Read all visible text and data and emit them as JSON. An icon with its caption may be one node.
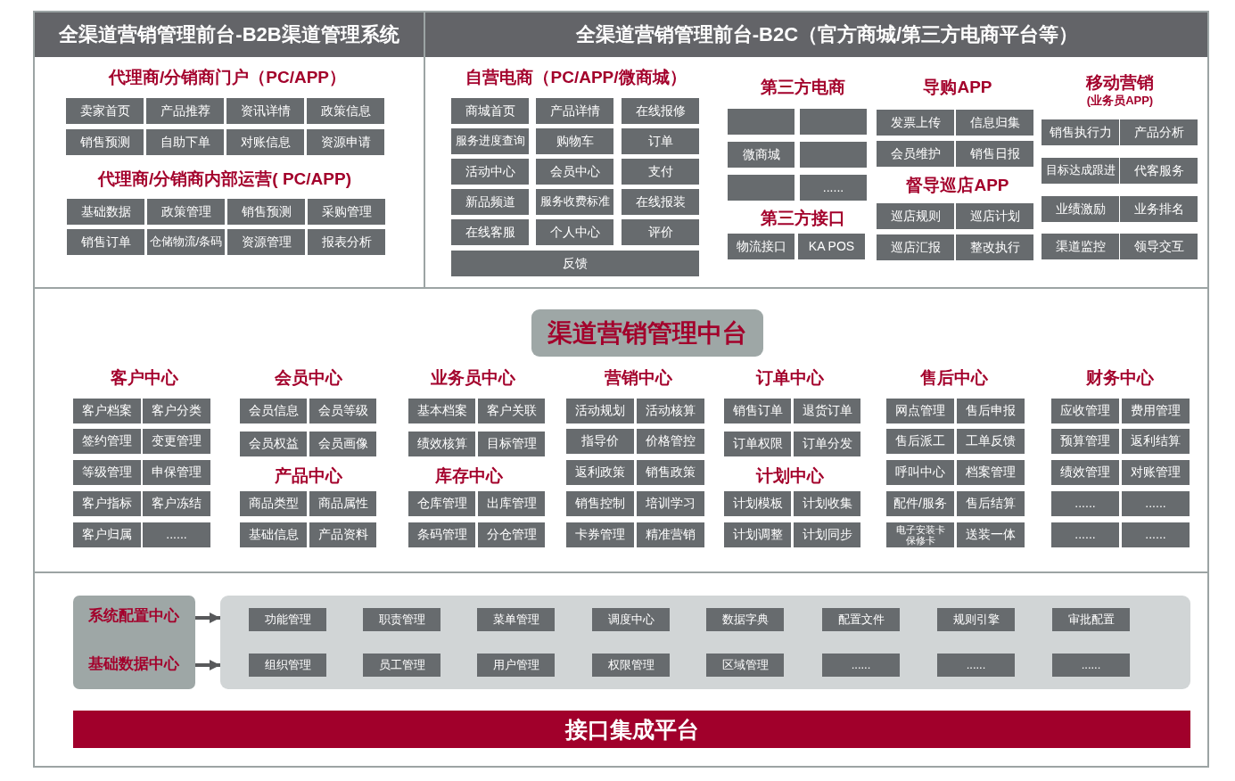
{
  "diagram": {
    "nodes": [
      {
        "text": [
          "全渠道营销管理前台-B2B渠道管理系统",
          "代理商/分销商门户（PC/APP）",
          "代理商/分销商内部运营( PC/APP)"
        ]
      },
      {
        "text": [
          "卖家首页"
        ],
        "in": 0
      },
      {
        "text": [
          "产品推荐"
        ],
        "in": 0
      },
      {
        "text": [
          "资讯详情"
        ],
        "in": 0
      },
      {
        "text": [
          "政策信息"
        ],
        "in": 0
      },
      {
        "text": [
          "销售预测"
        ],
        "in": 0
      },
      {
        "text": [
          "自助下单"
        ],
        "in": 0
      },
      {
        "text": [
          "对账信息"
        ],
        "in": 0
      },
      {
        "text": [
          "资源申请"
        ],
        "in": 0
      },
      {
        "text": [
          "基础数据"
        ],
        "in": 0
      },
      {
        "text": [
          "政策管理"
        ],
        "in": 0
      },
      {
        "text": [
          "销售预测"
        ],
        "in": 0
      },
      {
        "text": [
          "采购管理"
        ],
        "in": 0
      },
      {
        "text": [
          "销售订单"
        ],
        "in": 0
      },
      {
        "text": [
          "仓储物流/条码"
        ],
        "in": 0
      },
      {
        "text": [
          "资源管理"
        ],
        "in": 0
      },
      {
        "text": [
          "报表分析"
        ],
        "in": 0
      },
      {
        "text": [
          "全渠道营销管理前台-B2C（官方商城/第三方电商平台等）",
          "自营电商（PC/APP/微商城）",
          "第三方电商",
          "第三方接口",
          "导购APP",
          "督导巡店APP",
          "移动营销",
          "(业务员APP)"
        ]
      },
      {
        "text": [
          "商城首页"
        ],
        "in": 17
      },
      {
        "text": [
          "产品详情"
        ],
        "in": 17
      },
      {
        "text": [
          "在线报修"
        ],
        "in": 17
      },
      {
        "text": [
          "服务进度查询"
        ],
        "in": 17
      },
      {
        "text": [
          "购物车"
        ],
        "in": 17
      },
      {
        "text": [
          "订单"
        ],
        "in": 17
      },
      {
        "text": [
          "活动中心"
        ],
        "in": 17
      },
      {
        "text": [
          "会员中心"
        ],
        "in": 17
      },
      {
        "text": [
          "支付"
        ],
        "in": 17
      },
      {
        "text": [
          "新品频道"
        ],
        "in": 17
      },
      {
        "text": [
          "服务收费标准"
        ],
        "in": 17
      },
      {
        "text": [
          "在线报装"
        ],
        "in": 17
      },
      {
        "text": [
          "在线客服"
        ],
        "in": 17
      },
      {
        "text": [
          "个人中心"
        ],
        "in": 17
      },
      {
        "text": [
          "评价"
        ],
        "in": 17
      },
      {
        "text": [
          "反馈"
        ],
        "in": 17
      },
      {
        "text": [],
        "shape": "box",
        "in": 17
      },
      {
        "text": [],
        "shape": "box",
        "in": 17
      },
      {
        "text": [
          "微商城"
        ],
        "in": 17
      },
      {
        "text": [],
        "shape": "box",
        "in": 17
      },
      {
        "text": [],
        "shape": "box",
        "in": 17
      },
      {
        "text": [
          "......"
        ],
        "in": 17
      },
      {
        "text": [
          "物流接口"
        ],
        "in": 17
      },
      {
        "text": [
          "KA POS"
        ],
        "in": 17
      },
      {
        "text": [
          "发票上传"
        ],
        "in": 17
      },
      {
        "text": [
          "信息归集"
        ],
        "in": 17
      },
      {
        "text": [
          "会员维护"
        ],
        "in": 17
      },
      {
        "text": [
          "销售日报"
        ],
        "in": 17
      },
      {
        "text": [
          "巡店规则"
        ],
        "in": 17
      },
      {
        "text": [
          "巡店计划"
        ],
        "in": 17
      },
      {
        "text": [
          "巡店汇报"
        ],
        "in": 17
      },
      {
        "text": [
          "整改执行"
        ],
        "in": 17
      },
      {
        "text": [
          "销售执行力"
        ],
        "in": 17
      },
      {
        "text": [
          "产品分析"
        ],
        "in": 17
      },
      {
        "text": [
          "目标达成跟进"
        ],
        "in": 17
      },
      {
        "text": [
          "代客服务"
        ],
        "in": 17
      },
      {
        "text": [
          "业绩激励"
        ],
        "in": 17
      },
      {
        "text": [
          "业务排名"
        ],
        "in": 17
      },
      {
        "text": [
          "渠道监控"
        ],
        "in": 17
      },
      {
        "text": [
          "领导交互"
        ],
        "in": 17
      },
      {
        "text": [
          "客户中心",
          "会员中心",
          "产品中心",
          "业务员中心",
          "库存中心",
          "营销中心",
          "订单中心",
          "计划中心",
          "售后中心",
          "财务中心"
        ]
      },
      {
        "text": [
          "渠道营销管理中台"
        ],
        "in": 58
      },
      {
        "text": [
          "客户档案"
        ],
        "in": 58
      },
      {
        "text": [
          "客户分类"
        ],
        "in": 58
      },
      {
        "text": [
          "签约管理"
        ],
        "in": 58
      },
      {
        "text": [
          "变更管理"
        ],
        "in": 58
      },
      {
        "text": [
          "等级管理"
        ],
        "in": 58
      },
      {
        "text": [
          "申保管理"
        ],
        "in": 58
      },
      {
        "text": [
          "客户指标"
        ],
        "in": 58
      },
      {
        "text": [
          "客户冻结"
        ],
        "in": 58
      },
      {
        "text": [
          "客户归属"
        ],
        "in": 58
      },
      {
        "text": [
          "......"
        ],
        "in": 58
      },
      {
        "text": [
          "会员信息"
        ],
        "in": 58
      },
      {
        "text": [
          "会员等级"
        ],
        "in": 58
      },
      {
        "text": [
          "会员权益"
        ],
        "in": 58
      },
      {
        "text": [
          "会员画像"
        ],
        "in": 58
      },
      {
        "text": [
          "商品类型"
        ],
        "in": 58
      },
      {
        "text": [
          "商品属性"
        ],
        "in": 58
      },
      {
        "text": [
          "基础信息"
        ],
        "in": 58
      },
      {
        "text": [
          "产品资料"
        ],
        "in": 58
      },
      {
        "text": [
          "基本档案"
        ],
        "in": 58
      },
      {
        "text": [
          "客户关联"
        ],
        "in": 58
      },
      {
        "text": [
          "绩效核算"
        ],
        "in": 58
      },
      {
        "text": [
          "目标管理"
        ],
        "in": 58
      },
      {
        "text": [
          "仓库管理"
        ],
        "in": 58
      },
      {
        "text": [
          "出库管理"
        ],
        "in": 58
      },
      {
        "text": [
          "条码管理"
        ],
        "in": 58
      },
      {
        "text": [
          "分仓管理"
        ],
        "in": 58
      },
      {
        "text": [
          "活动规划"
        ],
        "in": 58
      },
      {
        "text": [
          "活动核算"
        ],
        "in": 58
      },
      {
        "text": [
          "指导价"
        ],
        "in": 58
      },
      {
        "text": [
          "价格管控"
        ],
        "in": 58
      },
      {
        "text": [
          "返利政策"
        ],
        "in": 58
      },
      {
        "text": [
          "销售政策"
        ],
        "in": 58
      },
      {
        "text": [
          "销售控制"
        ],
        "in": 58
      },
      {
        "text": [
          "培训学习"
        ],
        "in": 58
      },
      {
        "text": [
          "卡券管理"
        ],
        "in": 58
      },
      {
        "text": [
          "精准营销"
        ],
        "in": 58
      },
      {
        "text": [
          "销售订单"
        ],
        "in": 58
      },
      {
        "text": [
          "退货订单"
        ],
        "in": 58
      },
      {
        "text": [
          "订单权限"
        ],
        "in": 58
      },
      {
        "text": [
          "订单分发"
        ],
        "in": 58
      },
      {
        "text": [
          "计划模板"
        ],
        "in": 58
      },
      {
        "text": [
          "计划收集"
        ],
        "in": 58
      },
      {
        "text": [
          "计划调整"
        ],
        "in": 58
      },
      {
        "text": [
          "计划同步"
        ],
        "in": 58
      },
      {
        "text": [
          "网点管理"
        ],
        "in": 58
      },
      {
        "text": [
          "售后申报"
        ],
        "in": 58
      },
      {
        "text": [
          "售后派工"
        ],
        "in": 58
      },
      {
        "text": [
          "工单反馈"
        ],
        "in": 58
      },
      {
        "text": [
          "呼叫中心"
        ],
        "in": 58
      },
      {
        "text": [
          "档案管理"
        ],
        "in": 58
      },
      {
        "text": [
          "配件/服务"
        ],
        "in": 58
      },
      {
        "text": [
          "售后结算"
        ],
        "in": 58
      },
      {
        "text": [
          "电子安装卡保修卡"
        ],
        "in": 58
      },
      {
        "text": [
          "送装一体"
        ],
        "in": 58
      },
      {
        "text": [
          "应收管理"
        ],
        "in": 58
      },
      {
        "text": [
          "费用管理"
        ],
        "in": 58
      },
      {
        "text": [
          "预算管理"
        ],
        "in": 58
      },
      {
        "text": [
          "返利结算"
        ],
        "in": 58
      },
      {
        "text": [
          "绩效管理"
        ],
        "in": 58
      },
      {
        "text": [
          "对账管理"
        ],
        "in": 58
      },
      {
        "text": [
          "......"
        ],
        "in": 58
      },
      {
        "text": [
          "......"
        ],
        "in": 58
      },
      {
        "text": [
          "......"
        ],
        "in": 58
      },
      {
        "text": [
          "......"
        ],
        "in": 58
      },
      {
        "text": [],
        "shape": "box"
      },
      {
        "text": [
          "系统配置中心",
          "基础数据中心"
        ],
        "in": 124
      },
      {
        "text": [],
        "shape": "box",
        "in": 124
      },
      {
        "text": [
          "功能管理"
        ],
        "in": 126
      },
      {
        "text": [
          "职责管理"
        ],
        "in": 126
      },
      {
        "text": [
          "菜单管理"
        ],
        "in": 126
      },
      {
        "text": [
          "调度中心"
        ],
        "in": 126
      },
      {
        "text": [
          "数据字典"
        ],
        "in": 126
      },
      {
        "text": [
          "配置文件"
        ],
        "in": 126
      },
      {
        "text": [
          "规则引擎"
        ],
        "in": 126
      },
      {
        "text": [
          "审批配置"
        ],
        "in": 126
      },
      {
        "text": [
          "组织管理"
        ],
        "in": 126
      },
      {
        "text": [
          "员工管理"
        ],
        "in": 126
      },
      {
        "text": [
          "用户管理"
        ],
        "in": 126
      },
      {
        "text": [
          "权限管理"
        ],
        "in": 126
      },
      {
        "text": [
          "区域管理"
        ],
        "in": 126
      },
      {
        "text": [
          "......"
        ],
        "in": 126
      },
      {
        "text": [
          "......"
        ],
        "in": 126
      },
      {
        "text": [
          "......"
        ],
        "in": 126
      },
      {
        "text": [
          "接口集成平台"
        ],
        "in": 124
      }
    ],
    "edges": [
      {
        "from": 125,
        "to": 126,
        "arrow": "to"
      },
      {
        "from": 125,
        "to": 126,
        "arrow": "to"
      }
    ]
  }
}
